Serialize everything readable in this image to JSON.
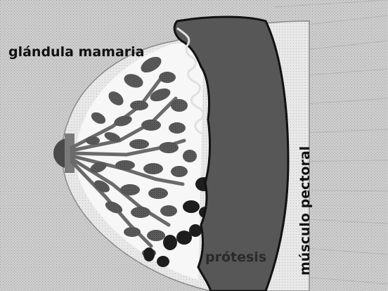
{
  "labels": {
    "gland": "glándula mamaria",
    "implant": "prótesis",
    "muscle": "músculo pectoral"
  },
  "colors": {
    "background": "#cfcfcf",
    "skin": "#e6e6e6",
    "white": "#f7f7f7",
    "implant": "#555555",
    "lobe": "#5f5f5f",
    "dark_lobe": "#1d1d1d",
    "ink": "#111111"
  }
}
